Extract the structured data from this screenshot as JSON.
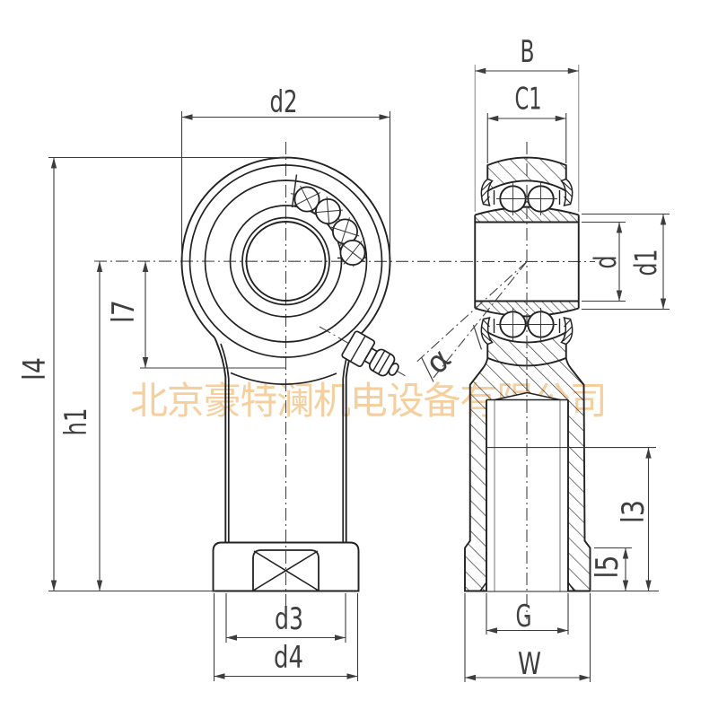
{
  "drawing": {
    "kind": "rod-end-spherical-bearing-technical-drawing",
    "views": {
      "front": "front-view",
      "side": "side-section-view"
    }
  },
  "watermark": {
    "text": "北京豪特澜机电设备有限公司",
    "color": "#f6cf9f"
  },
  "labels": {
    "d2": "d2",
    "l4": "l4",
    "h1": "h1",
    "l7": "l7",
    "d3": "d3",
    "d4": "d4",
    "B": "B",
    "C1": "C1",
    "d": "d",
    "d1": "d1",
    "alpha": "α",
    "l3": "l3",
    "l5": "l5",
    "G": "G",
    "W": "W"
  },
  "colors": {
    "background": "#ffffff",
    "object_line": "#141414",
    "dim_line": "#3d3d3d",
    "thin_gray": "#8f8f8f",
    "watermark": "#f6cf9f"
  }
}
